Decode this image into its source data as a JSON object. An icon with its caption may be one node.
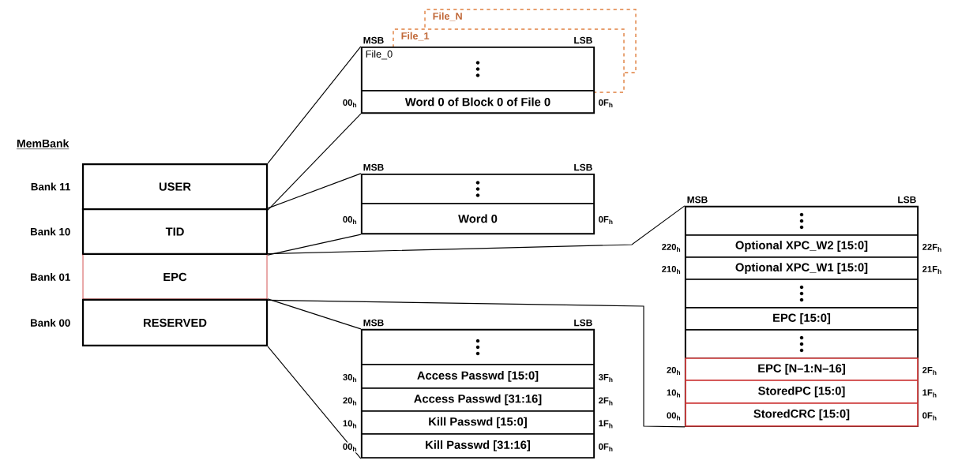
{
  "diagram": {
    "nodes": [
      {
        "text": [
          "USER"
        ],
        "beside": [
          "Bank 11"
        ]
      },
      {
        "text": [
          "TID"
        ],
        "beside": [
          "Bank 10"
        ]
      },
      {
        "text": [
          "EPC"
        ],
        "beside": [
          "Bank 01"
        ]
      },
      {
        "text": [
          "RESERVED"
        ],
        "beside": [
          "Bank 00"
        ]
      },
      {
        "text": [
          "File_N"
        ]
      },
      {
        "text": [
          "File_1"
        ]
      },
      {
        "text": [],
        "shape": "box"
      },
      {
        "text": [
          "File_0"
        ],
        "in": 6
      },
      {
        "text": [
          "Word 0 of Block 0 of File 0"
        ],
        "in": 6,
        "beside": [
          "00$_{h}$",
          "0F$_{h}$"
        ]
      },
      {
        "text": [],
        "shape": "box"
      },
      {
        "text": [],
        "shape": "box",
        "in": 9
      },
      {
        "text": [
          "Word 0"
        ],
        "in": 9,
        "beside": [
          "00$_{h}$",
          "0F$_{h}$"
        ]
      },
      {
        "text": [],
        "shape": "box"
      },
      {
        "text": [],
        "shape": "box",
        "in": 12
      },
      {
        "text": [
          "Optional XPC_W2 [15:0]"
        ],
        "in": 12,
        "beside": [
          "220$_{h}$",
          "22F$_{h}$"
        ]
      },
      {
        "text": [
          "Optional XPC_W1 [15:0]"
        ],
        "in": 12,
        "beside": [
          "210$_{h}$",
          "21F$_{h}$"
        ]
      },
      {
        "text": [],
        "shape": "box",
        "in": 12
      },
      {
        "text": [
          "EPC [15:0]"
        ],
        "in": 12
      },
      {
        "text": [],
        "shape": "box",
        "in": 12
      },
      {
        "text": [
          "EPC [N–1:N–16]"
        ],
        "in": 12,
        "beside": [
          "20$_{h}$",
          "2F$_{h}$"
        ]
      },
      {
        "text": [
          "StoredPC [15:0]"
        ],
        "in": 12,
        "beside": [
          "10$_{h}$",
          "1F$_{h}$"
        ]
      },
      {
        "text": [
          "StoredCRC [15:0]"
        ],
        "in": 12,
        "beside": [
          "00$_{h}$",
          "0F$_{h}$"
        ]
      },
      {
        "text": [],
        "shape": "box"
      },
      {
        "text": [],
        "shape": "box",
        "in": 22
      },
      {
        "text": [
          "Access Passwd [15:0]"
        ],
        "in": 22,
        "beside": [
          "30$_{h}$",
          "3F$_{h}$"
        ]
      },
      {
        "text": [
          "Access Passwd [31:16]"
        ],
        "in": 22,
        "beside": [
          "20$_{h}$",
          "2F$_{h}$"
        ]
      },
      {
        "text": [
          "Kill Passwd [15:0]"
        ],
        "in": 22,
        "beside": [
          "10$_{h}$",
          "1F$_{h}$"
        ]
      },
      {
        "text": [
          "Kill Passwd [31:16]"
        ],
        "in": 22,
        "beside": [
          "00$_{h}$",
          "0F$_{h}$"
        ]
      }
    ],
    "edges": [
      {
        "from": 0,
        "to": 6,
        "arrow": "none"
      },
      {
        "from": 0,
        "to": 6,
        "arrow": "none"
      },
      {
        "from": 1,
        "to": 9,
        "arrow": "none"
      },
      {
        "from": 1,
        "to": 9,
        "arrow": "none"
      },
      {
        "from": 2,
        "to": 12,
        "arrow": "none"
      },
      {
        "from": 2,
        "to": 21,
        "arrow": "none"
      },
      {
        "from": 3,
        "to": 22,
        "arrow": "none"
      },
      {
        "from": 3,
        "to": 22,
        "arrow": "none"
      }
    ],
    "labels": [
      "MemBank",
      "MSB",
      "LSB",
      "MSB",
      "LSB",
      "MSB",
      "LSB",
      "MSB",
      "LSB"
    ]
  }
}
